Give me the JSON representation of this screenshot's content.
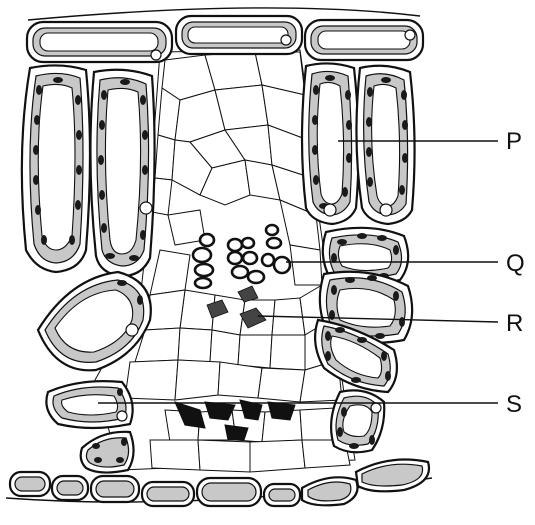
{
  "diagram": {
    "labels": [
      {
        "id": "P",
        "text": "P"
      },
      {
        "id": "Q",
        "text": "Q"
      },
      {
        "id": "R",
        "text": "R"
      },
      {
        "id": "S",
        "text": "S"
      }
    ],
    "colors": {
      "outline": "#111111",
      "cytoplasm": "#c8c8c8",
      "background": "#ffffff"
    }
  }
}
